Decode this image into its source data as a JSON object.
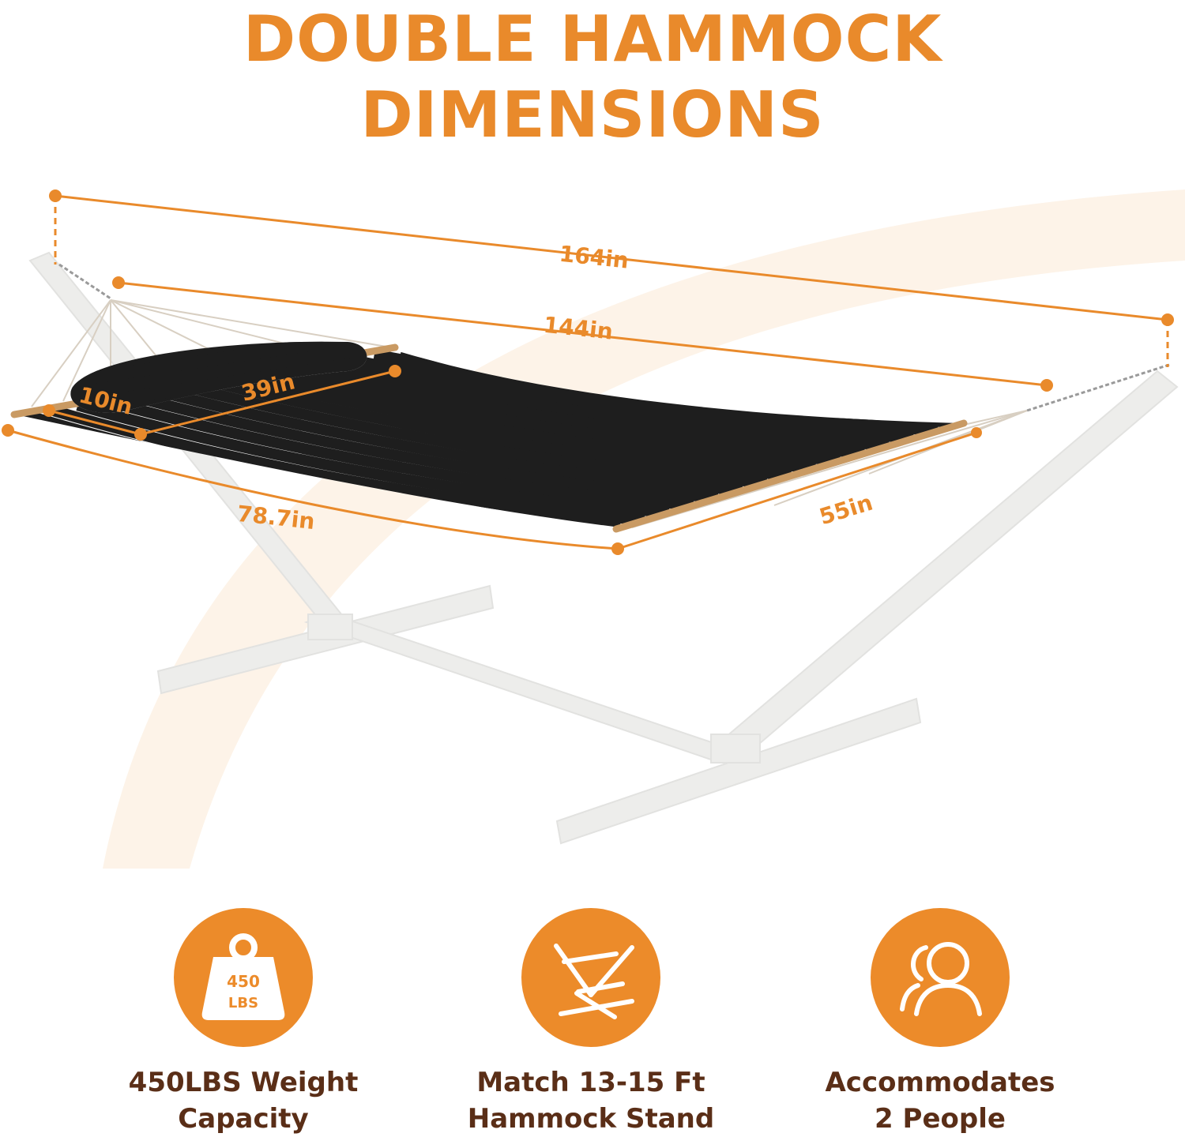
{
  "title": {
    "line1": "DOUBLE HAMMOCK",
    "line2": "DIMENSIONS"
  },
  "dimensions": {
    "overall_length": "164in",
    "bed_length": "144in",
    "pillow_width": "39in",
    "pillow_depth": "10in",
    "bed_length_side": "78.7in",
    "bed_width": "55in"
  },
  "features": [
    {
      "icon": "weight-icon",
      "icon_text_top": "450",
      "icon_text_bottom": "LBS",
      "line1": "450LBS Weight",
      "line2": "Capacity"
    },
    {
      "icon": "hammock-stand-icon",
      "line1": "Match 13-15 Ft",
      "line2": "Hammock Stand"
    },
    {
      "icon": "people-icon",
      "line1": "Accommodates",
      "line2": "2 People"
    }
  ],
  "colors": {
    "accent": "#E98A2B",
    "feature_text": "#5A2E17",
    "stand": "#EDEDEB",
    "stripe_dark": "#1E1E1E"
  }
}
